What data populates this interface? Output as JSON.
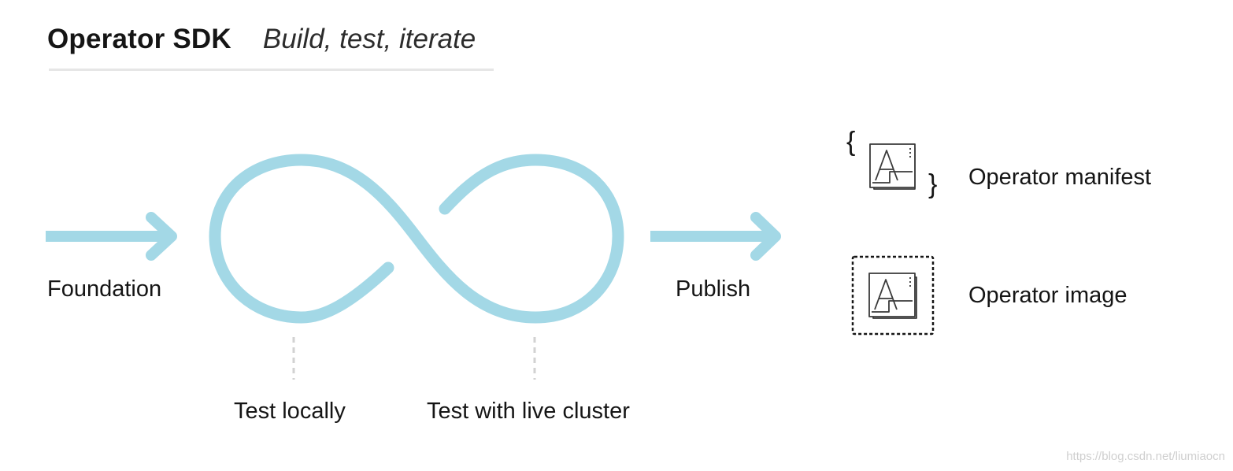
{
  "header": {
    "title": "Operator SDK",
    "subtitle": "Build, test, iterate"
  },
  "stages": {
    "foundation": "Foundation",
    "test_locally": "Test locally",
    "test_live_cluster": "Test with live cluster",
    "publish": "Publish"
  },
  "outputs": {
    "manifest_label": "Operator manifest",
    "image_label": "Operator image",
    "manifest_brace_open": "{",
    "manifest_brace_close": "}"
  },
  "icons": {
    "loop": "infinity-loop-icon",
    "arrow_in": "arrow-right-icon",
    "arrow_out": "arrow-right-icon",
    "manifest": "operator-document-icon",
    "image": "operator-document-icon"
  },
  "colors": {
    "flow": "#a3d8e6",
    "text": "#151515",
    "rule": "#e6e6e6",
    "connector": "#d2d2d2",
    "icon_stroke": "#3a3a3a"
  },
  "watermark": "https://blog.csdn.net/liumiaocn"
}
